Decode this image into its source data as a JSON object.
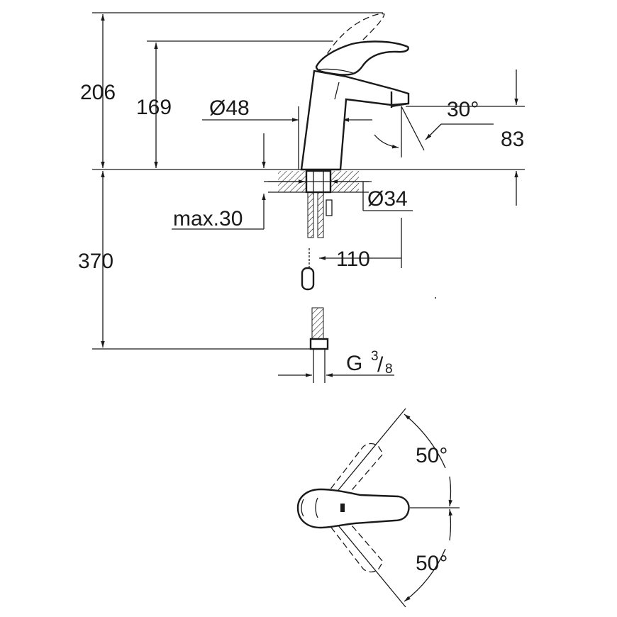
{
  "dimensions": {
    "total_height": "206",
    "spout_height": "169",
    "base_diameter": "Ø48",
    "spout_angle": "30°",
    "spout_outlet_height": "83",
    "hole_diameter": "Ø34",
    "max_deck_thickness": "max.30",
    "spout_reach": "110",
    "hose_length": "370",
    "thread_main": "G",
    "thread_numerator": "3",
    "thread_denominator": "8",
    "lever_angle_top": "50°",
    "lever_angle_bottom": "50°"
  }
}
